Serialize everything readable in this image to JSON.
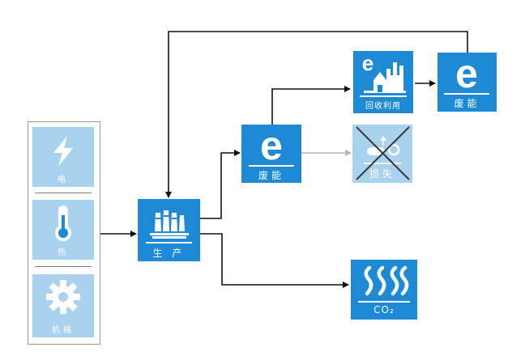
{
  "colors": {
    "primary": "#1e8ad5",
    "faded": "#a9d2ef",
    "arrow": "#111111",
    "arrow_faded": "#b5b5b5",
    "panel_border": "#9a9a9a"
  },
  "inputs": [
    {
      "label": "电",
      "icon": "lightning-icon"
    },
    {
      "label": "热",
      "icon": "thermometer-icon"
    },
    {
      "label": "机械",
      "icon": "gear-icon"
    }
  ],
  "production": {
    "label": "生 产",
    "icon": "factory-icon"
  },
  "waste_energy": {
    "label": "废能",
    "icon": "energy-e-icon"
  },
  "recovery": {
    "label": "回收利用",
    "icon": "energy-factory-icon"
  },
  "waste_energy_2": {
    "label": "废能",
    "icon": "energy-e-icon"
  },
  "loss": {
    "label": "损失",
    "icon": "loss-crossed-icon"
  },
  "emission": {
    "label": "CO₂",
    "icon": "emission-waves-icon"
  }
}
